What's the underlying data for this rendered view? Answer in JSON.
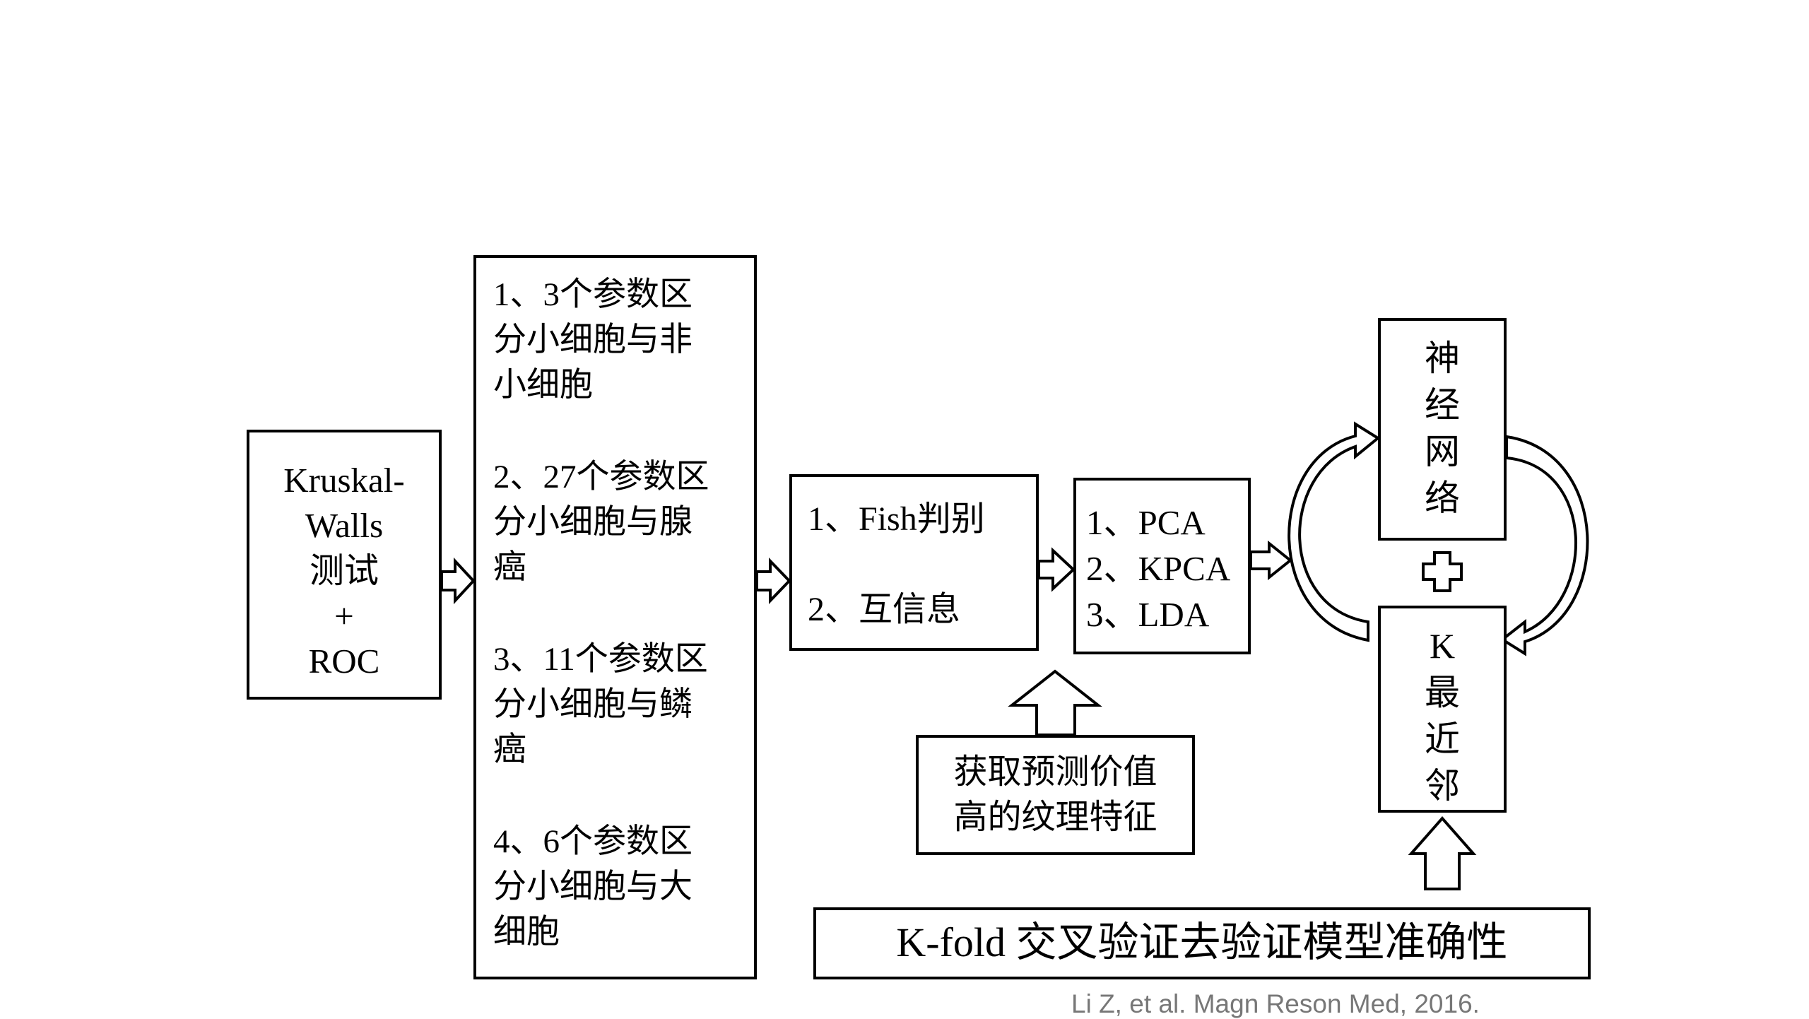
{
  "colors": {
    "stroke": "#000000",
    "background": "#ffffff",
    "citation": "#777777"
  },
  "kw_box": {
    "lines": [
      "Kruskal-",
      "Walls",
      "测试",
      "+",
      "ROC"
    ]
  },
  "groups_box": {
    "groups": [
      {
        "lines": [
          "1、3个参数区",
          "分小细胞与非",
          "小细胞"
        ]
      },
      {
        "lines": [
          "2、27个参数区",
          "分小细胞与腺",
          "癌"
        ]
      },
      {
        "lines": [
          "3、11个参数区",
          "分小细胞与鳞",
          "癌"
        ]
      },
      {
        "lines": [
          "4、6个参数区",
          "分小细胞与大",
          "细胞"
        ]
      }
    ]
  },
  "selection_box": {
    "items": [
      "1、Fish判别",
      "2、互信息"
    ]
  },
  "dimred_box": {
    "items": [
      "1、PCA",
      "2、KPCA",
      "3、LDA"
    ]
  },
  "texture_box": {
    "lines": [
      "获取预测价值",
      "高的纹理特征"
    ]
  },
  "nn_box": {
    "chars": [
      "神",
      "经",
      "网",
      "络"
    ]
  },
  "knn_box": {
    "chars": [
      "K",
      "最",
      "近",
      "邻"
    ]
  },
  "kfold_box": {
    "label": "K-fold 交叉验证去验证模型准确性"
  },
  "citation": "Li Z, et al. Magn Reson Med, 2016."
}
